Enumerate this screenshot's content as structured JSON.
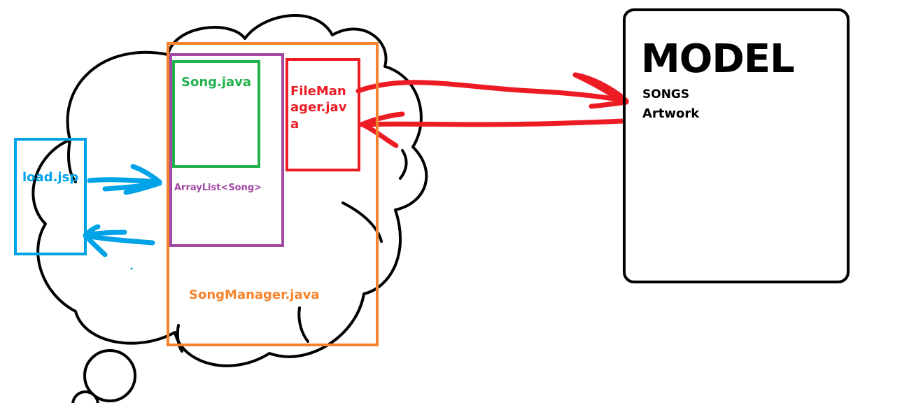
{
  "colors": {
    "outline": "#000000",
    "model": "#000000",
    "songmanager": "#f6832b",
    "arraylist": "#a349a4",
    "song": "#22b14c",
    "filemanager": "#ed1c24",
    "load": "#00a2e8"
  },
  "model": {
    "title": "MODEL",
    "items": [
      "SONGS",
      "Artwork"
    ]
  },
  "song_manager": {
    "label": "SongManager.java"
  },
  "array_list": {
    "label": "ArrayList<Song>"
  },
  "song": {
    "label": "Song.java"
  },
  "file_manager": {
    "label_lines": [
      "FileMan",
      "ager.jav",
      "a"
    ]
  },
  "load": {
    "label": "load.jsp"
  }
}
